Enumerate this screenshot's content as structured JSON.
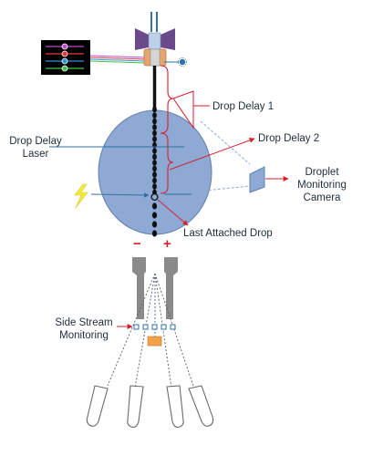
{
  "labels": {
    "drop_delay_1": "Drop Delay 1",
    "drop_delay_2": "Drop Delay 2",
    "drop_delay_laser_line1": "Drop Delay",
    "drop_delay_laser_line2": "Laser",
    "camera_line1": "Droplet",
    "camera_line2": "Monitoring",
    "camera_line3": "Camera",
    "last_attached_drop": "Last Attached Drop",
    "side_stream_line1": "Side Stream",
    "side_stream_line2": "Monitoring"
  },
  "plate_signs": {
    "negative": "−",
    "positive": "+"
  },
  "laser_colors": [
    "#c04bd1",
    "#e23a3a",
    "#2f95d8",
    "#43c24a"
  ],
  "colors": {
    "laser_ellipse": "#8ea9d4",
    "stream": "#111111",
    "arrow": "#d6202a",
    "pointer": "#2e6f9e",
    "nozzle_wings": "#6a4a8a",
    "nozzle_body": "#e6a56f",
    "lightning": "#f2ea3b",
    "sort_box": "#f4a14a",
    "deflection_plates": "#8a8a8a"
  }
}
